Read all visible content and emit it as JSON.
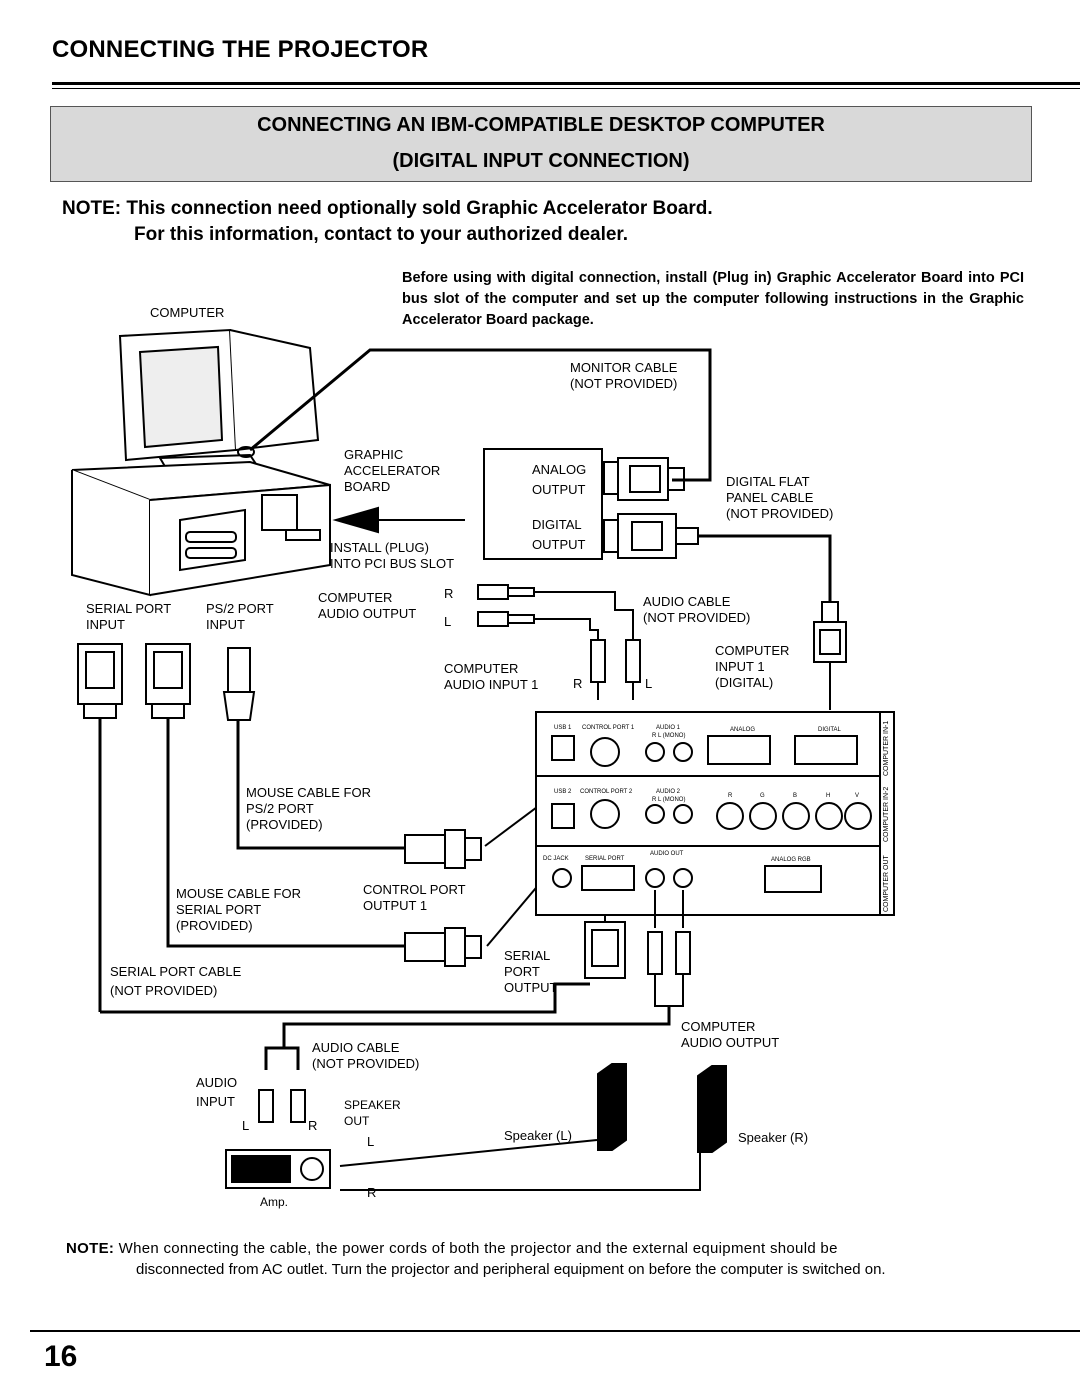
{
  "header": {
    "title": "CONNECTING THE PROJECTOR"
  },
  "section": {
    "title_line1": "CONNECTING AN IBM-COMPATIBLE DESKTOP COMPUTER",
    "title_line2": "(DIGITAL INPUT CONNECTION)"
  },
  "note_top": {
    "line1": "NOTE: This connection need optionally sold Graphic Accelerator Board.",
    "line2": "For this information, contact to your authorized dealer."
  },
  "intro": "Before using with digital connection, install (Plug in) Graphic Accelerator Board into PCI bus slot of the computer and set up the computer following instructions in the Graphic Accelerator Board package.",
  "diagram": {
    "computer": "COMPUTER",
    "monitor_cable": [
      "MONITOR CABLE",
      "(NOT PROVIDED)"
    ],
    "graphic_board": [
      "GRAPHIC",
      "ACCELERATOR",
      "BOARD"
    ],
    "analog_output": [
      "ANALOG",
      "OUTPUT"
    ],
    "digital_output": [
      "DIGITAL",
      "OUTPUT"
    ],
    "digital_flat": [
      "DIGITAL FLAT",
      "PANEL CABLE",
      "(NOT PROVIDED)"
    ],
    "install": [
      "INSTALL (PLUG)",
      "INTO PCI BUS SLOT"
    ],
    "serial_port_input": [
      "SERIAL PORT",
      "INPUT"
    ],
    "ps2_port_input": [
      "PS/2 PORT",
      "INPUT"
    ],
    "computer_audio_output": [
      "COMPUTER",
      "AUDIO OUTPUT"
    ],
    "r": "R",
    "l": "L",
    "audio_cable_top": [
      "AUDIO CABLE",
      "(NOT PROVIDED)"
    ],
    "computer_input1": [
      "COMPUTER",
      "INPUT 1",
      "(DIGITAL)"
    ],
    "computer_audio_input1": [
      "COMPUTER",
      "AUDIO INPUT 1"
    ],
    "mouse_ps2": [
      "MOUSE CABLE FOR",
      "PS/2 PORT",
      "(PROVIDED)"
    ],
    "mouse_serial": [
      "MOUSE CABLE FOR",
      "SERIAL PORT",
      "(PROVIDED)"
    ],
    "control_port_output1": [
      "CONTROL PORT",
      "OUTPUT 1"
    ],
    "serial_port_cable": [
      "SERIAL PORT CABLE",
      "(NOT PROVIDED)"
    ],
    "serial_port_output": [
      "SERIAL",
      "PORT",
      "OUTPUT"
    ],
    "computer_audio_output_bottom": [
      "COMPUTER",
      "AUDIO OUTPUT"
    ],
    "audio_cable_bottom": [
      "AUDIO CABLE",
      "(NOT PROVIDED)"
    ],
    "audio_input": [
      "AUDIO",
      "INPUT"
    ],
    "speaker_out": [
      "SPEAKER",
      "OUT"
    ],
    "speaker_l": "Speaker (L)",
    "speaker_r": "Speaker (R)",
    "amp": "Amp.",
    "panel": {
      "usb1": "USB 1",
      "control_port1": "CONTROL PORT 1",
      "audio1": "AUDIO 1",
      "rl_mono": "R    L (MONO)",
      "analog": "ANALOG",
      "digital": "DIGITAL",
      "usb2": "USB 2",
      "control_port2": "CONTROL PORT 2",
      "audio2": "AUDIO 2",
      "r": "R",
      "g": "G",
      "b": "B",
      "h": "H",
      "v": "V",
      "dc_jack": "DC JACK",
      "serial_port": "SERIAL PORT",
      "audio_out": "AUDIO OUT",
      "analog_rgb": "ANALOG RGB",
      "computer_in1": "COMPUTER IN-1",
      "computer_in2": "COMPUTER IN-2",
      "computer_out": "COMPUTER OUT"
    }
  },
  "note_bottom": {
    "label": "NOTE:",
    "text1": "When connecting the cable, the power cords of both the projector and the external equipment should be",
    "text2": "disconnected from AC outlet. Turn the projector and peripheral equipment on before the computer is switched on."
  },
  "page_number": "16"
}
